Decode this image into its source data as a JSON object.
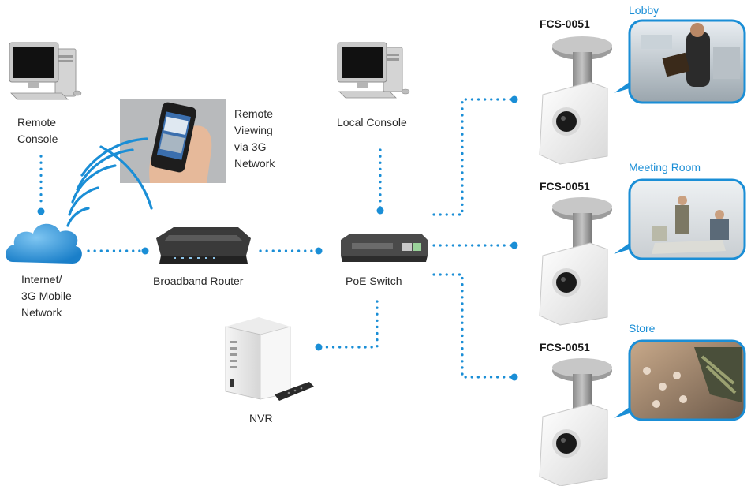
{
  "nodes": {
    "remote_console": "Remote\nConsole",
    "remote_viewing": "Remote\nViewing\nvia 3G\nNetwork",
    "internet": "Internet/\n3G Mobile\nNetwork",
    "router": "Broadband Router",
    "local_console": "Local Console",
    "poe_switch": "PoE Switch",
    "nvr": "NVR"
  },
  "cameras": [
    {
      "model": "FCS-0051",
      "location": "Lobby"
    },
    {
      "model": "FCS-0051",
      "location": "Meeting Room"
    },
    {
      "model": "FCS-0051",
      "location": "Store"
    }
  ],
  "colors": {
    "accent": "#1a8ed6",
    "dots": "#1a8ed6",
    "text": "#2b2b2b"
  }
}
